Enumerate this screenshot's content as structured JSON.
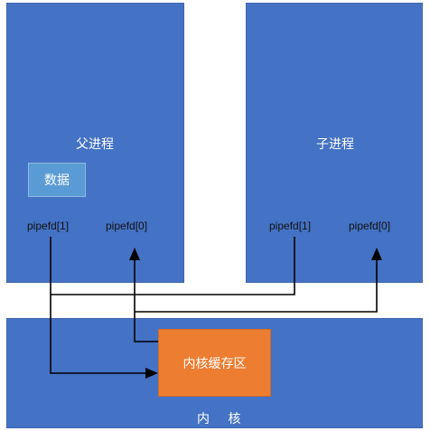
{
  "parent": {
    "title": "父进程",
    "data_label": "数据",
    "fd_write": "pipefd[1]",
    "fd_read": "pipefd[0]"
  },
  "child": {
    "title": "子进程",
    "fd_write": "pipefd[1]",
    "fd_read": "pipefd[0]"
  },
  "kernel": {
    "title": "内 核",
    "buffer_label": "内核缓存区"
  },
  "colors": {
    "process_box": "#4472C4",
    "data_box": "#5B9BD5",
    "buffer_box": "#ED7D31",
    "arrow": "#000000"
  }
}
